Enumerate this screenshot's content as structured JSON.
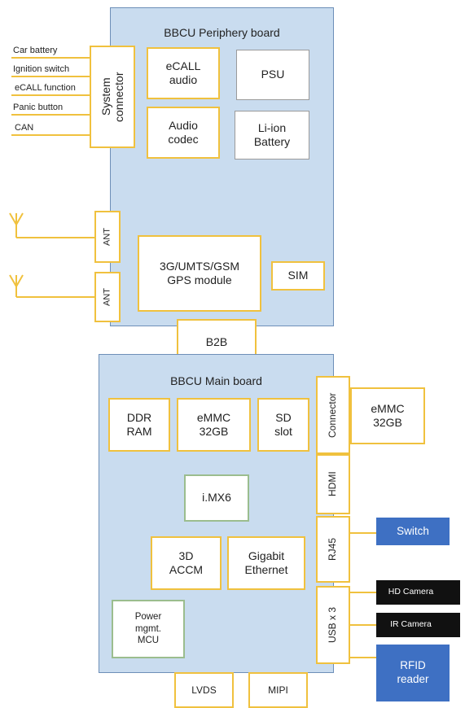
{
  "periphery": {
    "title": "BBCU Periphery board",
    "system_connector": "System\nconnector",
    "ecall_audio": "eCALL\naudio",
    "psu": "PSU",
    "audio_codec": "Audio\ncodec",
    "battery": "Li-ion\nBattery",
    "ant1": "ANT",
    "ant2": "ANT",
    "module": "3G/UMTS/GSM\nGPS module",
    "sim": "SIM"
  },
  "inputs": [
    "Car battery",
    "Ignition switch",
    "eCALL function",
    "Panic button",
    "CAN"
  ],
  "b2b": "B2B",
  "main": {
    "title": "BBCU Main board",
    "ddr": "DDR\nRAM",
    "emmc": "eMMC\n32GB",
    "sd": "SD\nslot",
    "connector": "Connector",
    "ext_emmc": "eMMC\n32GB",
    "imx6": "i.MX6",
    "hdmi": "HDMI",
    "accm": "3D\nACCM",
    "gigabit": "Gigabit\nEthernet",
    "rj45": "RJ45",
    "usb": "USB x 3",
    "power": "Power\nmgmt.\nMCU",
    "lvds": "LVDS",
    "mipi": "MIPI"
  },
  "external": {
    "switch": "Switch",
    "hd_camera": "HD Camera",
    "ir_camera": "IR Camera",
    "rfid": "RFID\nreader"
  },
  "colors": {
    "board_fill": "#c9dcef",
    "board_border": "#6d8fb8",
    "yellow_border": "#f0c13e",
    "green_border": "#9bbd8e",
    "external_blue": "#3e70c3"
  }
}
